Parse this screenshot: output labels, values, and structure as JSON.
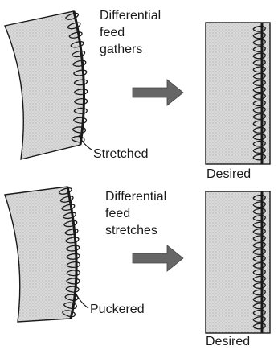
{
  "panels": [
    {
      "caption_lines": [
        "Differential",
        "feed",
        "gathers"
      ],
      "before_label": "Stretched",
      "after_label": "Desired"
    },
    {
      "caption_lines": [
        "Differential",
        "feed",
        "stretches"
      ],
      "before_label": "Puckered",
      "after_label": "Desired"
    }
  ],
  "colors": {
    "fabric_fill": "#d6d6d6",
    "ink": "#1a1a1a",
    "arrow": "#666666"
  }
}
